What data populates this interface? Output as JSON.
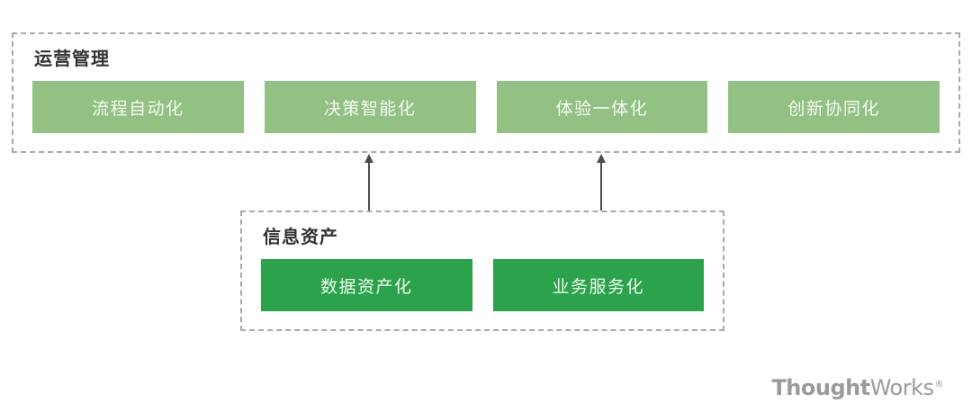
{
  "colors": {
    "light_green_box": "#93c184",
    "dark_green_box": "#2ba24b",
    "box_text": "#f3faef",
    "group_title_text": "#333333",
    "dashed_border": "#a9a9a9",
    "arrow": "#4d4d4d",
    "logo_gray": "#9b9b9b",
    "background": "#ffffff"
  },
  "ops_group": {
    "title": "运营管理",
    "boxes": [
      "流程自动化",
      "决策智能化",
      "体验一体化",
      "创新协同化"
    ]
  },
  "info_group": {
    "title": "信息资产",
    "boxes": [
      "数据资产化",
      "业务服务化"
    ]
  },
  "arrows": {
    "count": 2,
    "direction": "up",
    "meaning": "信息资产 supports 运营管理"
  },
  "logo": {
    "bold_part": "Thought",
    "regular_part": "Works",
    "registered_mark": "®"
  }
}
